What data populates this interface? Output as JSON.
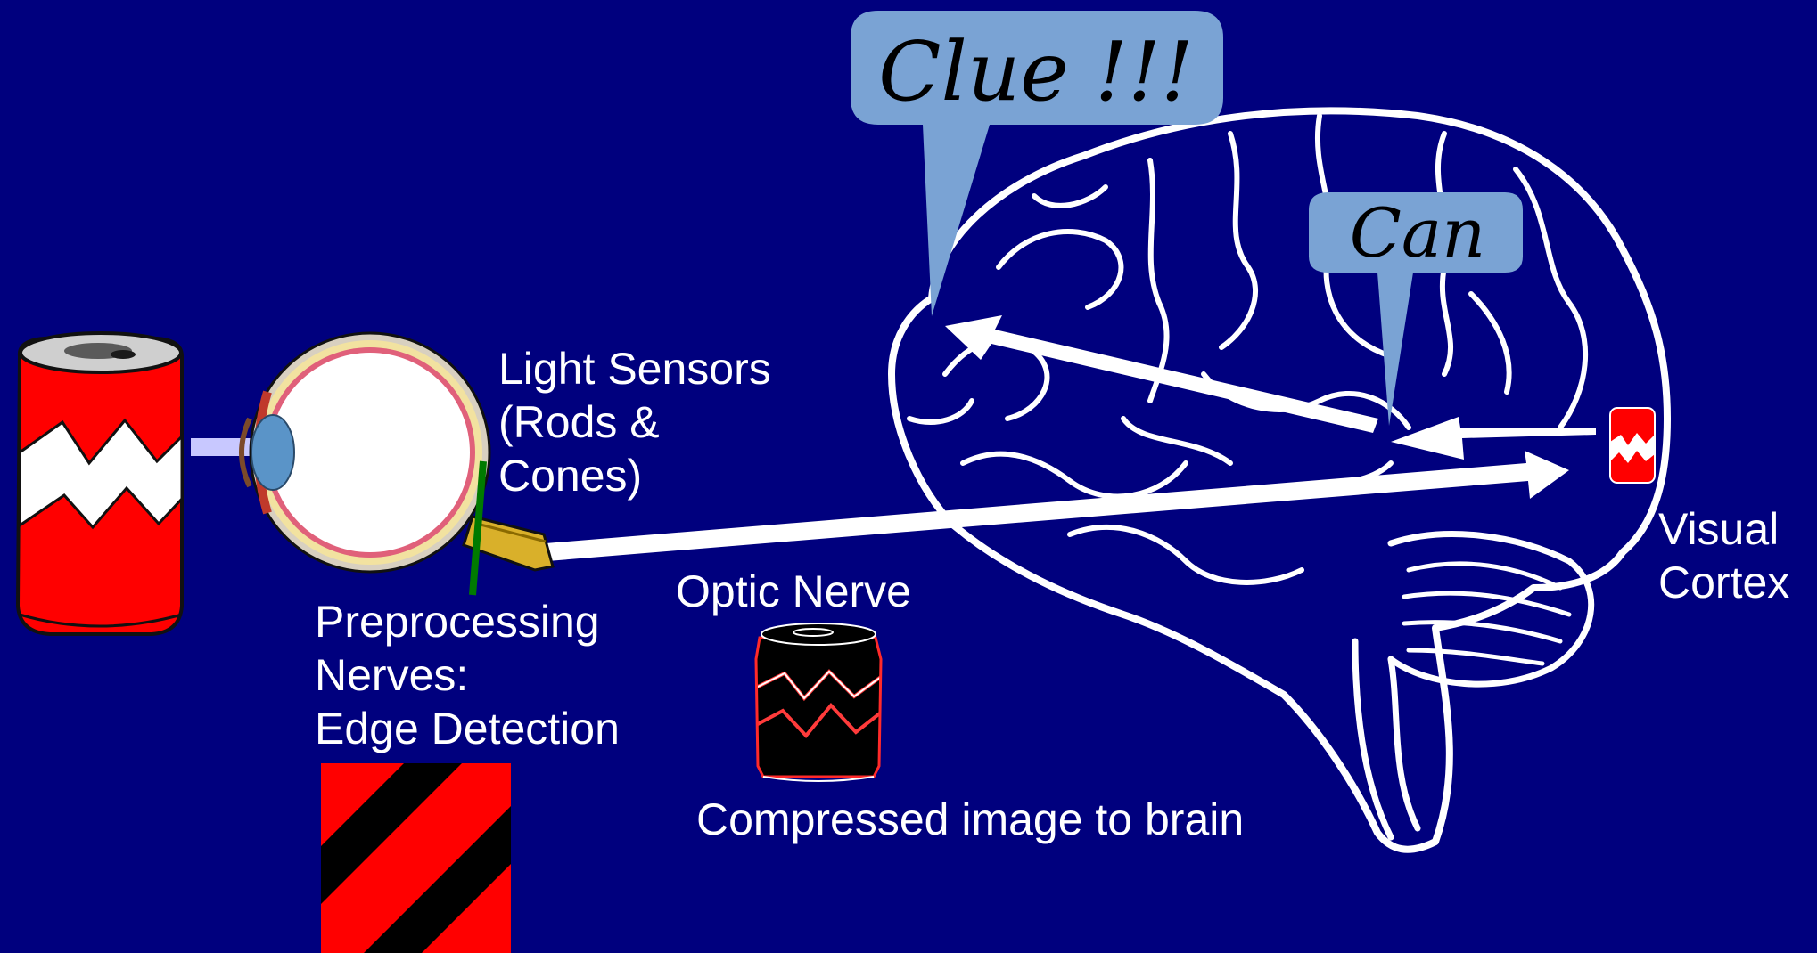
{
  "labels": {
    "light_sensors_line1": "Light Sensors",
    "light_sensors_line2": "(Rods &",
    "light_sensors_line3": "Cones)",
    "preprocessing_line1": "Preprocessing",
    "preprocessing_line2": "Nerves:",
    "preprocessing_line3": "Edge Detection",
    "optic_nerve": "Optic Nerve",
    "compressed": "Compressed image to brain",
    "visual_line1": "Visual",
    "visual_line2": "Cortex"
  },
  "bubbles": {
    "clue": "Clue !!!",
    "can": "Can"
  },
  "colors": {
    "background": "#00007e",
    "bubble": "#7aa3d4",
    "can_red": "#ff0000",
    "light_arrow": "#c8c8ff",
    "pointer_green": "#007a00",
    "white": "#ffffff"
  }
}
